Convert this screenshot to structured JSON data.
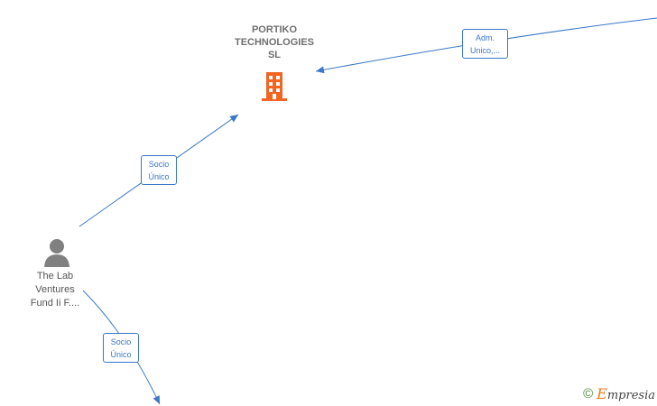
{
  "company": {
    "name_lines": [
      "PORTIKO",
      "TECHNOLOGIES",
      "SL"
    ],
    "icon": "building-icon",
    "icon_color": "#f26522"
  },
  "person": {
    "name_lines": [
      "The Lab",
      "Ventures",
      "Fund Ii F...."
    ],
    "icon": "person-icon",
    "icon_color": "#808080"
  },
  "relations": {
    "adm": {
      "lines": [
        "Adm.",
        "Unico,..."
      ]
    },
    "socio_top": {
      "lines": [
        "Socio",
        "Único"
      ]
    },
    "socio_bottom": {
      "lines": [
        "Socio",
        "Único"
      ]
    }
  },
  "edge_color": "#3a78c8",
  "footer": {
    "copyright": "©",
    "brand_first": "E",
    "brand_rest": "mpresia"
  }
}
